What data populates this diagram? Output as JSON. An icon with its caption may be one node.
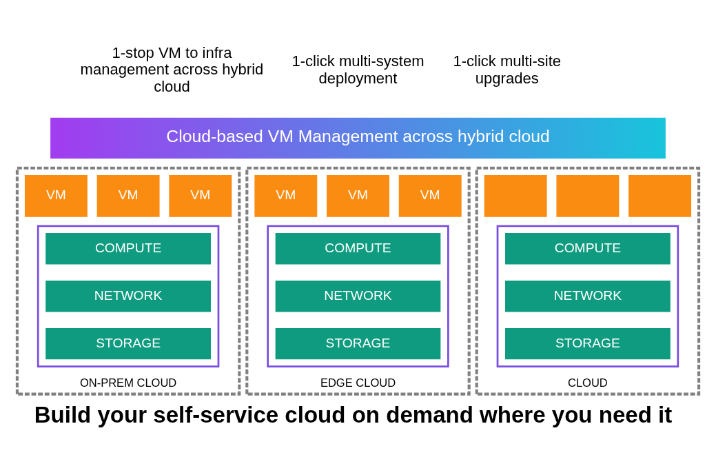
{
  "diagram": {
    "title": "Build your self-service cloud on demand where you need it",
    "nodes": [
      {
        "text": [
          "Cloud-based VM Management across hybrid cloud"
        ]
      },
      {
        "text": [
          "ON-PREM CLOUD"
        ]
      },
      {
        "text": [
          "VM"
        ],
        "in": 1
      },
      {
        "text": [
          "VM"
        ],
        "in": 1
      },
      {
        "text": [
          "VM"
        ],
        "in": 1
      },
      {
        "text": [],
        "shape": "box",
        "in": 1
      },
      {
        "text": [
          "COMPUTE"
        ],
        "in": 5
      },
      {
        "text": [
          "NETWORK"
        ],
        "in": 5
      },
      {
        "text": [
          "STORAGE"
        ],
        "in": 5
      },
      {
        "text": [
          "EDGE CLOUD"
        ]
      },
      {
        "text": [
          "VM"
        ],
        "in": 9
      },
      {
        "text": [
          "VM"
        ],
        "in": 9
      },
      {
        "text": [
          "VM"
        ],
        "in": 9
      },
      {
        "text": [],
        "shape": "box",
        "in": 9
      },
      {
        "text": [
          "COMPUTE"
        ],
        "in": 13
      },
      {
        "text": [
          "NETWORK"
        ],
        "in": 13
      },
      {
        "text": [
          "STORAGE"
        ],
        "in": 13
      },
      {
        "text": [
          "CLOUD"
        ]
      },
      {
        "text": [],
        "shape": "box",
        "in": 17
      },
      {
        "text": [],
        "shape": "box",
        "in": 17
      },
      {
        "text": [],
        "shape": "box",
        "in": 17
      },
      {
        "text": [],
        "shape": "box",
        "in": 17
      },
      {
        "text": [
          "COMPUTE"
        ],
        "in": 21
      },
      {
        "text": [
          "NETWORK"
        ],
        "in": 21
      },
      {
        "text": [
          "STORAGE"
        ],
        "in": 21
      }
    ],
    "labels": [
      "1-stop VM to infra management across hybrid cloud",
      "1-click multi-system deployment",
      "1-click multi-site upgrades"
    ]
  }
}
